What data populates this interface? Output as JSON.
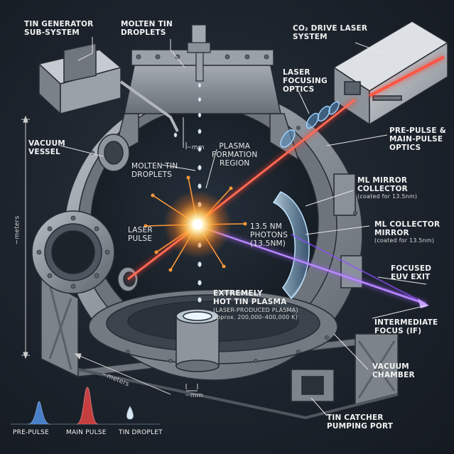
{
  "labels": {
    "tin_generator": "TIN GENERATOR\nSUB-SYSTEM",
    "molten_tin_top": "MOLTEN TIN\nDROPLETS",
    "co2_laser": "CO₂ DRIVE LASER\nSYSTEM",
    "laser_focusing": "LASER\nFOCUSING\nOPTICS",
    "pre_main_optics": "PRE-PULSE &\nMAIN-PULSE\nOPTICS",
    "vacuum_vessel": "VACUUM\nVESSEL",
    "mm_top": "~mm",
    "plasma_formation": "PLASMA\nFORMATION\nREGION",
    "molten_tin_inner": "MOLTEN TIN\nDROPLETS",
    "ml_mirror_collector": "ML MIRROR\nCOLLECTOR",
    "ml_mirror_collector_note": "(coated for 13.5nm)",
    "ml_collector_mirror": "ML COLLECTOR\nMIRROR",
    "ml_collector_mirror_note": "(coated for 13.5nm)",
    "meters_left": "~meters",
    "laser_pulse": "LASER\nPULSE",
    "photons": "13.5 nm\nPHOTONS\n(13.5nm)",
    "focused_euv": "FOCUSED\nEUV EXIT",
    "hot_plasma": "EXTREMELY\nHOT TIN PLASMA",
    "hot_plasma_note1": "(LASER-PRODUCED PLASMA)",
    "hot_plasma_note2": "approx. 200,000–400,000 K)",
    "intermediate_focus": "INTERMEDIATE\nFOCUS (IF)",
    "vacuum_chamber": "VACUUM\nCHAMBER",
    "meters_bottom": "~meters",
    "mm_bottom": "~mm",
    "tin_catcher": "TIN CATCHER\nPUMPING PORT"
  },
  "legend": {
    "pre_pulse": "PRE-PULSE",
    "main_pulse": "MAIN PULSE",
    "tin_droplet": "TIN DROPLET"
  },
  "colors": {
    "background": "#1c232c",
    "steel": "#8e959d",
    "laser": "#ff4a3a",
    "euv": "#a060ff",
    "plasma": "#ffb347",
    "pre_pulse": "#5aa0ff",
    "main_pulse": "#ff4a4a",
    "droplet": "#d8e8f2"
  }
}
